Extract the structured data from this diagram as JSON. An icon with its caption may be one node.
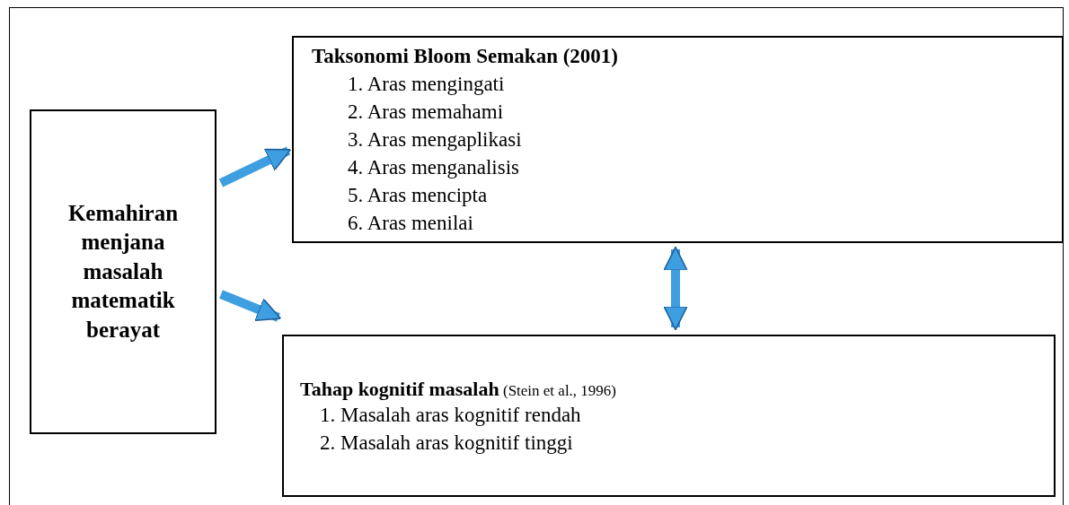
{
  "diagram": {
    "nodes": [
      {
        "text": [
          "Kemahiran menjana masalah matematik berayat"
        ]
      },
      {
        "text": [
          "Taksonomi Bloom Semakan (2001)",
          "1. Aras mengingati",
          "2. Aras memahami",
          "3. Aras mengaplikasi",
          "4. Aras menganalisis",
          "5. Aras mencipta",
          "6. Aras menilai"
        ]
      },
      {
        "text": [
          "**Tahap kognitif masalah** (Stein et al., 1996)",
          "1. Masalah aras kognitif rendah",
          "2. Masalah aras kognitif tinggi"
        ]
      }
    ],
    "edges": [
      {
        "from": 0,
        "to": 1,
        "arrow": "to"
      },
      {
        "from": 0,
        "to": 2,
        "arrow": "to"
      },
      {
        "from": 1,
        "to": 2,
        "arrow": "both"
      }
    ]
  }
}
